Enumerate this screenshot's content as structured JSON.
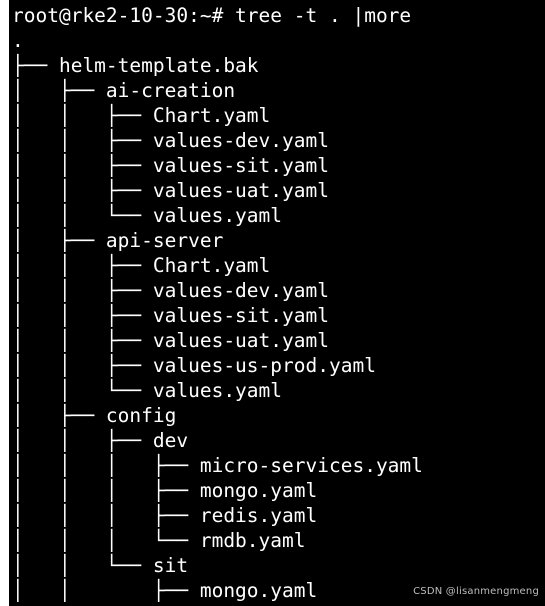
{
  "terminal": {
    "background": "#000000",
    "foreground": "#ffffff",
    "lines": [
      "root@rke2-10-30:~# tree -t . |more",
      ".",
      "├── helm-template.bak",
      "│   ├── ai-creation",
      "│   │   ├── Chart.yaml",
      "│   │   ├── values-dev.yaml",
      "│   │   ├── values-sit.yaml",
      "│   │   ├── values-uat.yaml",
      "│   │   └── values.yaml",
      "│   ├── api-server",
      "│   │   ├── Chart.yaml",
      "│   │   ├── values-dev.yaml",
      "│   │   ├── values-sit.yaml",
      "│   │   ├── values-uat.yaml",
      "│   │   ├── values-us-prod.yaml",
      "│   │   └── values.yaml",
      "│   ├── config",
      "│   │   ├── dev",
      "│   │   │   ├── micro-services.yaml",
      "│   │   │   ├── mongo.yaml",
      "│   │   │   ├── redis.yaml",
      "│   │   │   └── rmdb.yaml",
      "│   │   └── sit",
      "│   │       ├── mongo.yaml"
    ]
  },
  "watermark": "CSDN @lisanmengmeng"
}
